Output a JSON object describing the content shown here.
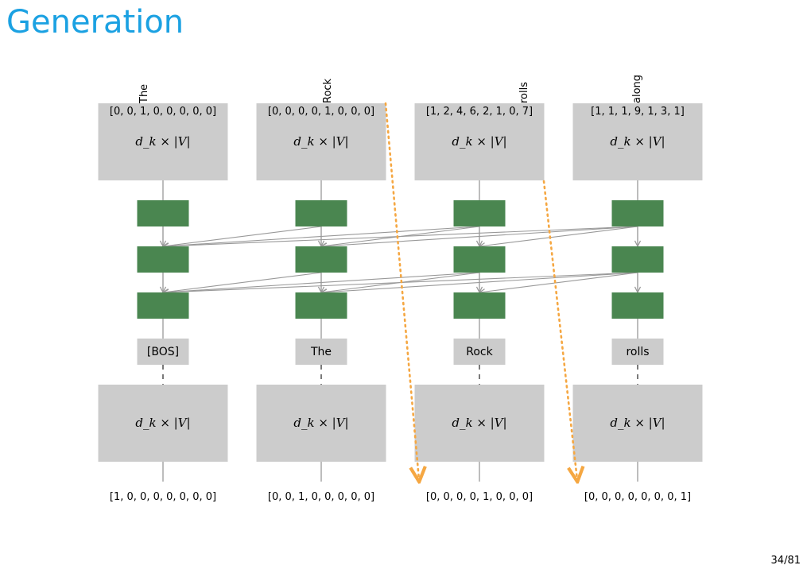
{
  "title": "Generation",
  "page_number": "34/81",
  "matrix_label": "d_k × |V|",
  "columns": [
    {
      "generated_word": "The",
      "output_vector": "[0, 0, 1, 0, 0, 0, 0, 0]",
      "input_token": "[BOS]",
      "input_vector": "[1, 0, 0, 0, 0, 0, 0, 0]"
    },
    {
      "generated_word": "Rock",
      "output_vector": "[0, 0, 0, 0, 1, 0, 0, 0]",
      "input_token": "The",
      "input_vector": "[0, 0, 1, 0, 0, 0, 0, 0]"
    },
    {
      "generated_word": "rolls",
      "output_vector": "[1, 2, 4, 6, 2, 1, 0, 7]",
      "input_token": "Rock",
      "input_vector": "[0, 0, 0, 0, 1, 0, 0, 0]"
    },
    {
      "generated_word": "along",
      "output_vector": "[1, 1, 1, 9, 1, 3, 1]",
      "input_token": "rolls",
      "input_vector": "[0, 0, 0, 0, 0, 0, 0, 1]"
    }
  ],
  "colors": {
    "title": "#1ba1e2",
    "matrix_box": "#cccccc",
    "layer_block": "#4a8650",
    "attention_arrow": "#999999",
    "feedback_arrow": "#f5a742"
  }
}
